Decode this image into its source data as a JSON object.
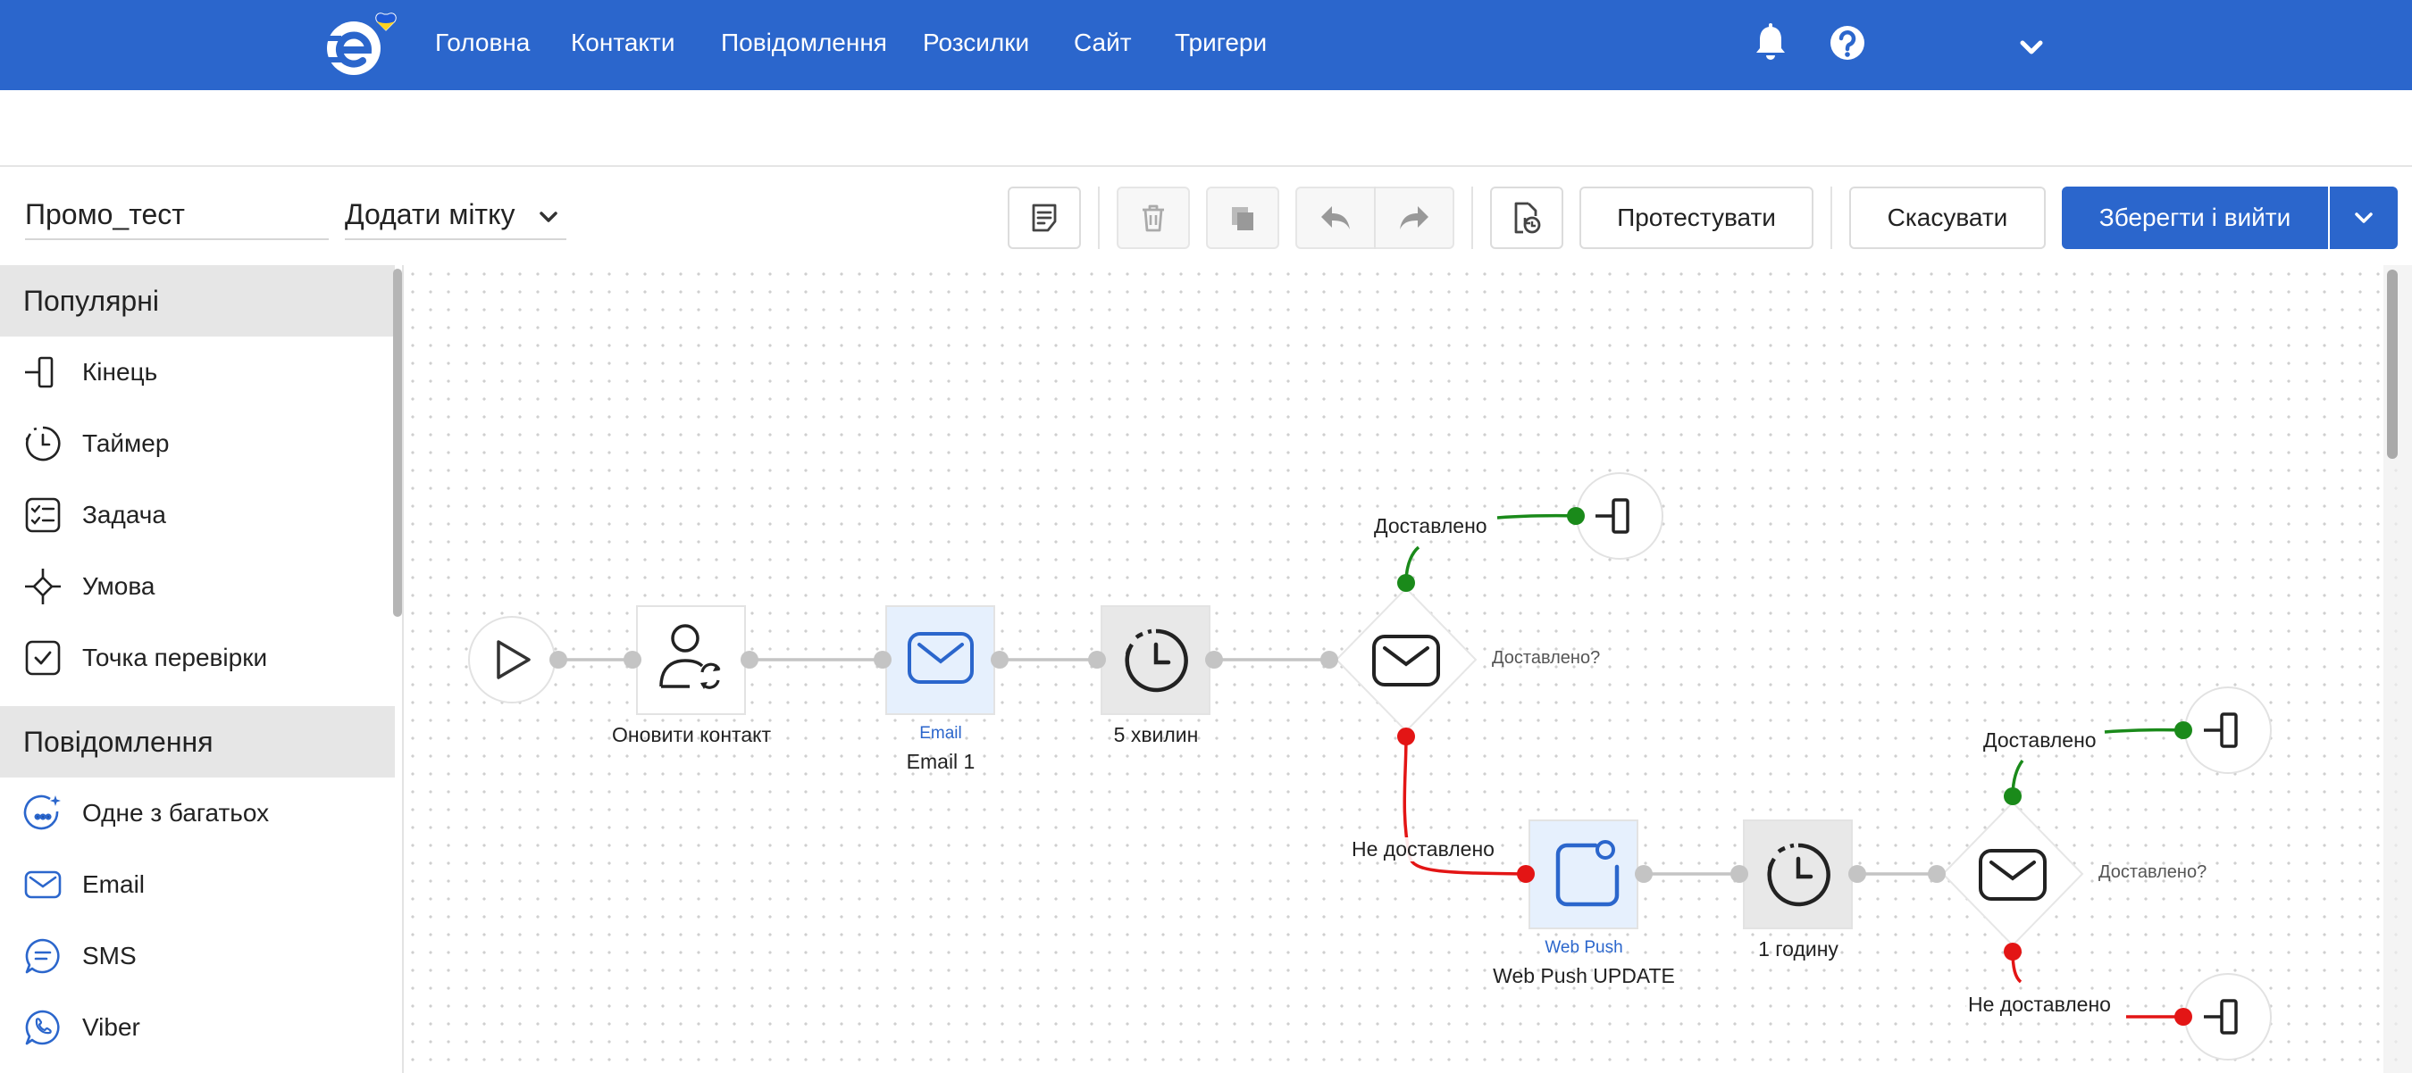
{
  "colors": {
    "brand": "#2b66cc",
    "success": "#1a8a1a",
    "danger": "#e31515",
    "connector": "#c4c4c4"
  },
  "nav": {
    "items": [
      "Головна",
      "Контакти",
      "Повідомлення",
      "Розсилки",
      "Сайт",
      "Тригери"
    ],
    "icons": [
      "bell-icon",
      "help-icon",
      "chevron-down-icon"
    ]
  },
  "toolbar": {
    "campaign_name": "Промо_тест",
    "tag_select": "Додати мітку",
    "test_label": "Протестувати",
    "cancel_label": "Скасувати",
    "save_label": "Зберегти і вийти",
    "icons": [
      "note-icon",
      "trash-icon",
      "copy-icon",
      "undo-icon",
      "redo-icon",
      "history-icon"
    ]
  },
  "sidebar": {
    "sections": [
      {
        "title": "Популярні",
        "items": [
          {
            "label": "Кінець",
            "icon": "end-icon"
          },
          {
            "label": "Таймер",
            "icon": "timer-icon"
          },
          {
            "label": "Задача",
            "icon": "task-icon"
          },
          {
            "label": "Умова",
            "icon": "condition-icon"
          },
          {
            "label": "Точка перевірки",
            "icon": "checkpoint-icon"
          }
        ]
      },
      {
        "title": "Повідомлення",
        "items": [
          {
            "label": "Одне з багатьох",
            "icon": "one-of-many-icon"
          },
          {
            "label": "Email",
            "icon": "email-icon"
          },
          {
            "label": "SMS",
            "icon": "sms-icon"
          },
          {
            "label": "Viber",
            "icon": "viber-icon"
          }
        ]
      }
    ]
  },
  "flow": {
    "update_contact": {
      "label": "Оновити контакт"
    },
    "email": {
      "type": "Email",
      "label": "Email 1"
    },
    "timer1": {
      "label": "5 хвилин"
    },
    "cond1": {
      "question": "Доставлено?",
      "yes": "Доставлено",
      "no": "Не доставлено"
    },
    "webpush": {
      "type": "Web Push",
      "label": "Web Push UPDATE"
    },
    "timer2": {
      "label": "1 годину"
    },
    "cond2": {
      "question": "Доставлено?",
      "yes": "Доставлено",
      "no": "Не доставлено"
    }
  }
}
